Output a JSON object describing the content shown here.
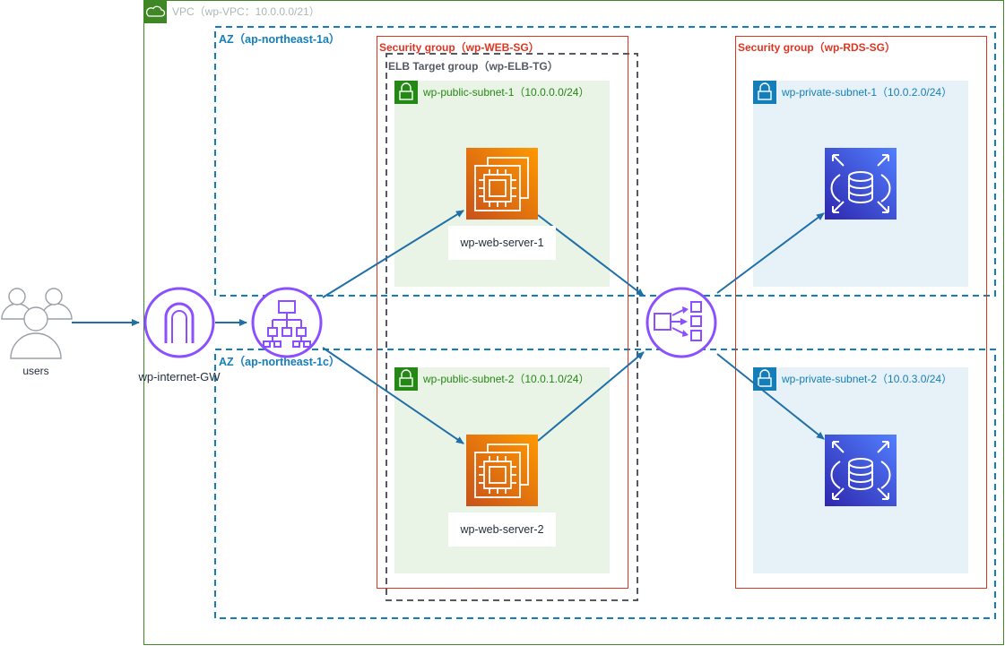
{
  "diagram": {
    "vpc": {
      "label": "VPC（wp-VPC：10.0.0.0/21）",
      "color": "#3f8624",
      "text_color": "#aab7b8"
    },
    "az_a": {
      "label": "AZ（ap-northeast-1a）",
      "color": "#147eba"
    },
    "az_c": {
      "label": "AZ（ap-northeast-1c）",
      "color": "#147eba"
    },
    "web_sg": {
      "label": "Security group（wp-WEB-SG）",
      "color": "#dd3522"
    },
    "rds_sg": {
      "label": "Security group（wp-RDS-SG）",
      "color": "#dd3522"
    },
    "elb_tg": {
      "label": "ELB Target group（wp-ELB-TG）",
      "color": "#545b64"
    },
    "public_subnet_1": {
      "label": "wp-public-subnet-1（10.0.0.0/24）",
      "color": "#248814",
      "fill": "#e9f3e6"
    },
    "public_subnet_2": {
      "label": "wp-public-subnet-2（10.0.1.0/24）",
      "color": "#248814",
      "fill": "#e9f3e6"
    },
    "private_subnet_1": {
      "label": "wp-private-subnet-1（10.0.2.0/24）",
      "color": "#147eba",
      "fill": "#e6f2f8"
    },
    "private_subnet_2": {
      "label": "wp-private-subnet-2（10.0.3.0/24）",
      "color": "#147eba",
      "fill": "#e6f2f8"
    },
    "users": {
      "label": "users"
    },
    "internet_gw": {
      "label": "wp-internet-GW"
    },
    "web_server_1": {
      "label": "wp-web-server-1"
    },
    "web_server_2": {
      "label": "wp-web-server-2"
    },
    "colors": {
      "ec2": "#ed7100",
      "ec2_dark": "#d05c17",
      "rds": "#3b48cc",
      "rds_dark": "#2e27ad",
      "network_purple": "#8c4fff",
      "arrow": "#1f6fa8",
      "user_gray": "#9aa0a6"
    }
  }
}
